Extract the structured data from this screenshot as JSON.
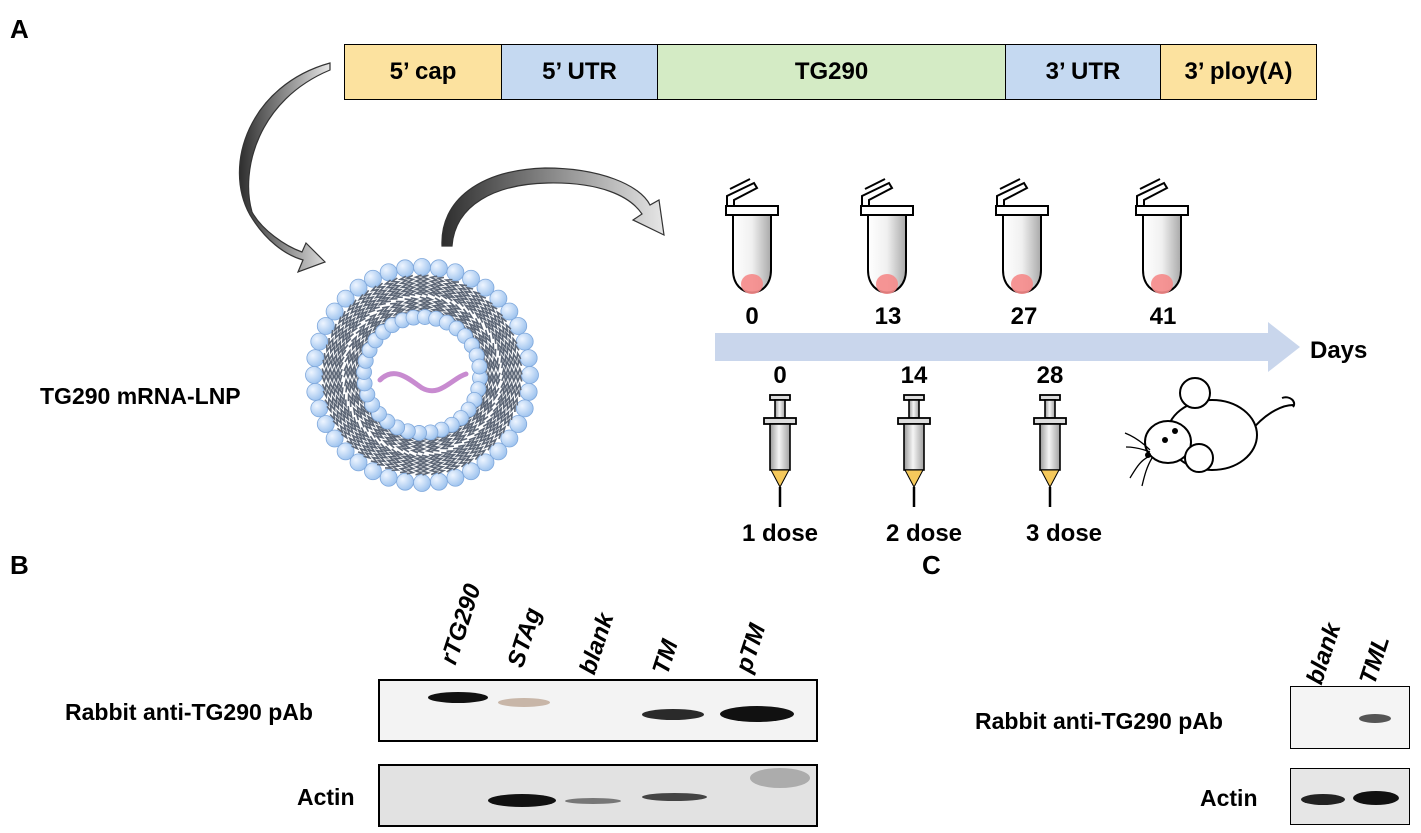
{
  "panels": {
    "a": "A",
    "b": "B",
    "c": "C"
  },
  "construct": {
    "segments": [
      {
        "label": "5’ cap",
        "color": "#fce29f"
      },
      {
        "label": "5’ UTR",
        "color": "#c5d9f1"
      },
      {
        "label": "TG290",
        "color": "#d4ebc5"
      },
      {
        "label": "3’ UTR",
        "color": "#c5d9f1"
      },
      {
        "label": "3’ ploy(A)",
        "color": "#fce29f"
      }
    ]
  },
  "lnp_label": "TG290 mRNA-LNP",
  "timeline": {
    "sample_days": [
      "0",
      "13",
      "27",
      "41"
    ],
    "dose_days": [
      "0",
      "14",
      "28"
    ],
    "doses": [
      "1 dose",
      "2 dose",
      "3 dose"
    ],
    "axis_label": "Days",
    "arrow_color": "#c9d6ec"
  },
  "blot_b": {
    "lanes": [
      "rTG290",
      "STAg",
      "blank",
      "TM",
      "pTM"
    ],
    "row_labels": [
      "Rabbit anti-TG290 pAb",
      "Actin"
    ]
  },
  "blot_c": {
    "lanes": [
      "blank",
      "TML"
    ],
    "row_labels": [
      "Rabbit anti-TG290 pAb",
      "Actin"
    ]
  }
}
